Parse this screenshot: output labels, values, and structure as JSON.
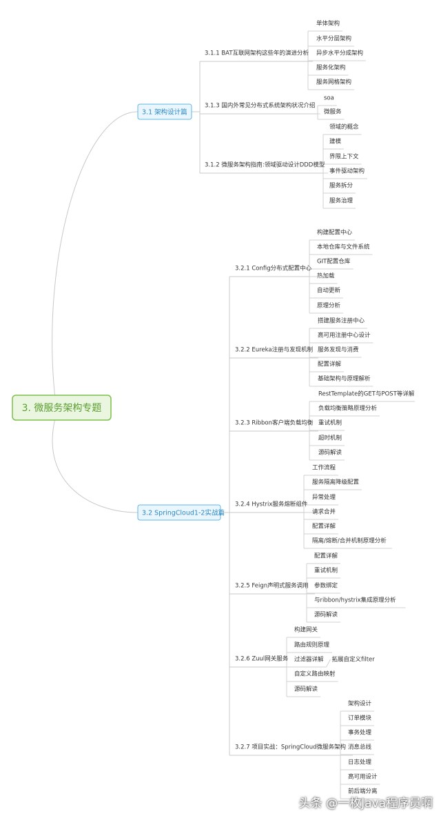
{
  "root": {
    "label": "3. 微服务架构专题"
  },
  "sections": [
    {
      "label": "3.1 架构设计篇",
      "topics": [
        {
          "label": "3.1.1 BAT互联网架构这些年的演进分析",
          "items": [
            "单体架构",
            "水平分层架构",
            "异步水平分成架构",
            "服务化架构",
            "服务网格架构"
          ]
        },
        {
          "label": "3.1.3 国内外常见分布式系统架构状况介绍",
          "items": [
            "soa",
            "微服务"
          ]
        },
        {
          "label": "3.1.2 微服务架构指南:领域驱动设计DDD模型",
          "items": [
            "领域的概念",
            "建模",
            "界限上下文",
            "事件驱动架构",
            "服务拆分",
            "服务治理"
          ]
        }
      ]
    },
    {
      "label": "3.2 SpringCloud1-2实战篇",
      "topics": [
        {
          "label": "3.2.1 Config分布式配置中心",
          "items": [
            "构建配置中心",
            "本地仓库与文件系统",
            "GIT配置仓库",
            "热加载",
            "自动更新",
            "原理分析"
          ]
        },
        {
          "label": "3.2.2 Eureka注册与发现机制",
          "items": [
            "搭建服务注册中心",
            "高可用注册中心设计",
            "服务发现与消费",
            "配置详解",
            "基础架构与原理解析"
          ]
        },
        {
          "label": "3.2.3 Ribbon客户端负载均衡",
          "items": [
            "RestTemplate的GET与POST等详解",
            "负载均衡策略原理分析",
            "重试机制",
            "超时机制",
            "源码解读"
          ]
        },
        {
          "label": "3.2.4 Hystrix服务熔断组件",
          "items": [
            "工作流程",
            "服务隔离降级配置",
            "异常处理",
            "请求合并",
            "配置详解",
            "隔离/熔断/合并机制原理分析"
          ]
        },
        {
          "label": "3.2.5 Feign声明式服务调用",
          "items": [
            "配置详解",
            "重试机制",
            "参数绑定",
            "与ribbon/hystrix集成原理分析",
            "源码解读"
          ]
        },
        {
          "label": "3.2.6 Zuul网关服务",
          "items": [
            "构建网关",
            "路由规则原理",
            "过滤器详解",
            "自定义路由映射",
            "源码解读"
          ],
          "sub": {
            "parent": "过滤器详解",
            "label": "拓展自定义filter"
          }
        },
        {
          "label": "3.2.7 项目实战：SpringCloud微服务架构",
          "items": [
            "架构设计",
            "订单模块",
            "事务处理",
            "消息总线",
            "日志处理",
            "高可用设计",
            "前后端分离"
          ]
        }
      ]
    }
  ],
  "watermark": "头条 @一枚Java程序员啊",
  "colors": {
    "root_bg": "#eaf6df",
    "root_border": "#7cbf4a",
    "root_text": "#5a9e2f",
    "section_bg": "#eaf6fd",
    "section_border": "#5fb7e5",
    "section_text": "#2b88c4",
    "line": "#c8c8c8",
    "item_line": "#d0d0d0"
  }
}
